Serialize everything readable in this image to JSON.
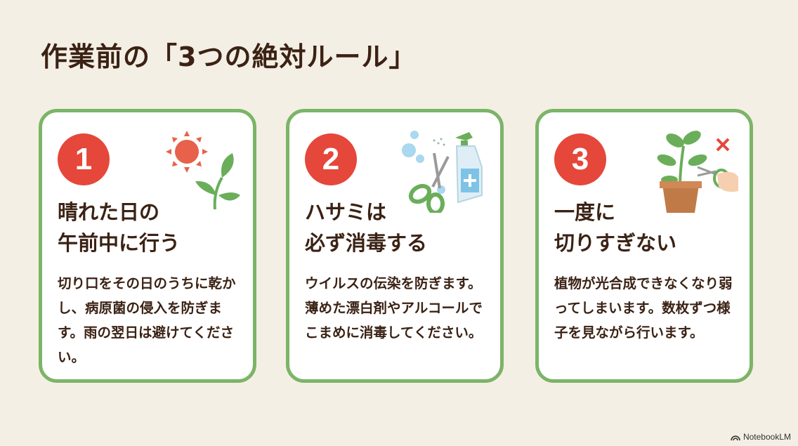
{
  "title": "作業前の「3つの絶対ルール」",
  "colors": {
    "background": "#f4efe4",
    "card_border": "#7cb468",
    "badge": "#e5473a",
    "text": "#3b2214"
  },
  "cards": [
    {
      "number": "1",
      "heading": "晴れた日の\n午前中に行う",
      "description": "切り口をその日のうちに乾かし、病原菌の侵入を防ぎます。雨の翌日は避けてください。",
      "icon": "sun-and-leaf-icon"
    },
    {
      "number": "2",
      "heading": "ハサミは\n必ず消毒する",
      "description": "ウイルスの伝染を防ぎます。薄めた漂白剤やアルコールでこまめに消毒してください。",
      "icon": "scissors-and-spray-icon"
    },
    {
      "number": "3",
      "heading": "一度に\n切りすぎない",
      "description": "植物が光合成できなくなり弱ってしまいます。数枚ずつ様子を見ながら行います。",
      "icon": "potted-plant-pruning-icon"
    }
  ],
  "footer": {
    "brand": "NotebookLM",
    "icon": "notebooklm-logo-icon"
  }
}
